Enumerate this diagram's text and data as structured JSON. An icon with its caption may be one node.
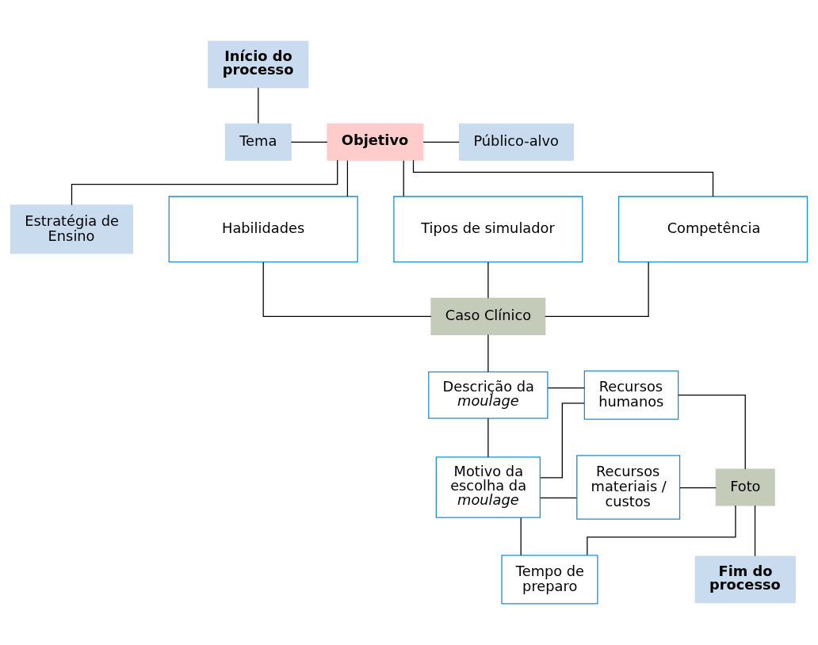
{
  "diagram": {
    "nodes": [
      {
        "text": [
          "Início do processo"
        ]
      },
      {
        "text": [
          "Tema"
        ]
      },
      {
        "text": [
          "Objetivo"
        ]
      },
      {
        "text": [
          "Público-alvo"
        ]
      },
      {
        "text": [
          "Estratégia de Ensino"
        ]
      },
      {
        "text": [
          "Habilidades"
        ]
      },
      {
        "text": [
          "Tipos de simulador"
        ]
      },
      {
        "text": [
          "Competência"
        ]
      },
      {
        "text": [
          "Caso Clínico"
        ]
      },
      {
        "text": [
          "Descrição da *moulage*"
        ]
      },
      {
        "text": [
          "Motivo da escolha da *moulage*"
        ]
      },
      {
        "text": [
          "Recursos humanos"
        ]
      },
      {
        "text": [
          "Recursos materiais / custos"
        ]
      },
      {
        "text": [
          "Tempo de preparo"
        ]
      },
      {
        "text": [
          "Foto"
        ]
      },
      {
        "text": [
          "Fim do processo"
        ]
      }
    ],
    "edges": [
      {
        "from": 0,
        "to": 1,
        "arrow": "none"
      },
      {
        "from": 1,
        "to": 2,
        "arrow": "none"
      },
      {
        "from": 2,
        "to": 3,
        "arrow": "none"
      },
      {
        "from": 2,
        "to": 4,
        "arrow": "none"
      },
      {
        "from": 2,
        "to": 5,
        "arrow": "none"
      },
      {
        "from": 2,
        "to": 6,
        "arrow": "none"
      },
      {
        "from": 2,
        "to": 7,
        "arrow": "none"
      },
      {
        "from": 5,
        "to": 8,
        "arrow": "none"
      },
      {
        "from": 6,
        "to": 8,
        "arrow": "none"
      },
      {
        "from": 7,
        "to": 8,
        "arrow": "none"
      },
      {
        "from": 8,
        "to": 9,
        "arrow": "none"
      },
      {
        "from": 9,
        "to": 10,
        "arrow": "none"
      },
      {
        "from": 9,
        "to": 11,
        "arrow": "none"
      },
      {
        "from": 10,
        "to": 11,
        "arrow": "none"
      },
      {
        "from": 10,
        "to": 12,
        "arrow": "none"
      },
      {
        "from": 10,
        "to": 13,
        "arrow": "none"
      },
      {
        "from": 11,
        "to": 14,
        "arrow": "none"
      },
      {
        "from": 12,
        "to": 14,
        "arrow": "none"
      },
      {
        "from": 13,
        "to": 14,
        "arrow": "none"
      },
      {
        "from": 14,
        "to": 15,
        "arrow": "none"
      }
    ]
  }
}
